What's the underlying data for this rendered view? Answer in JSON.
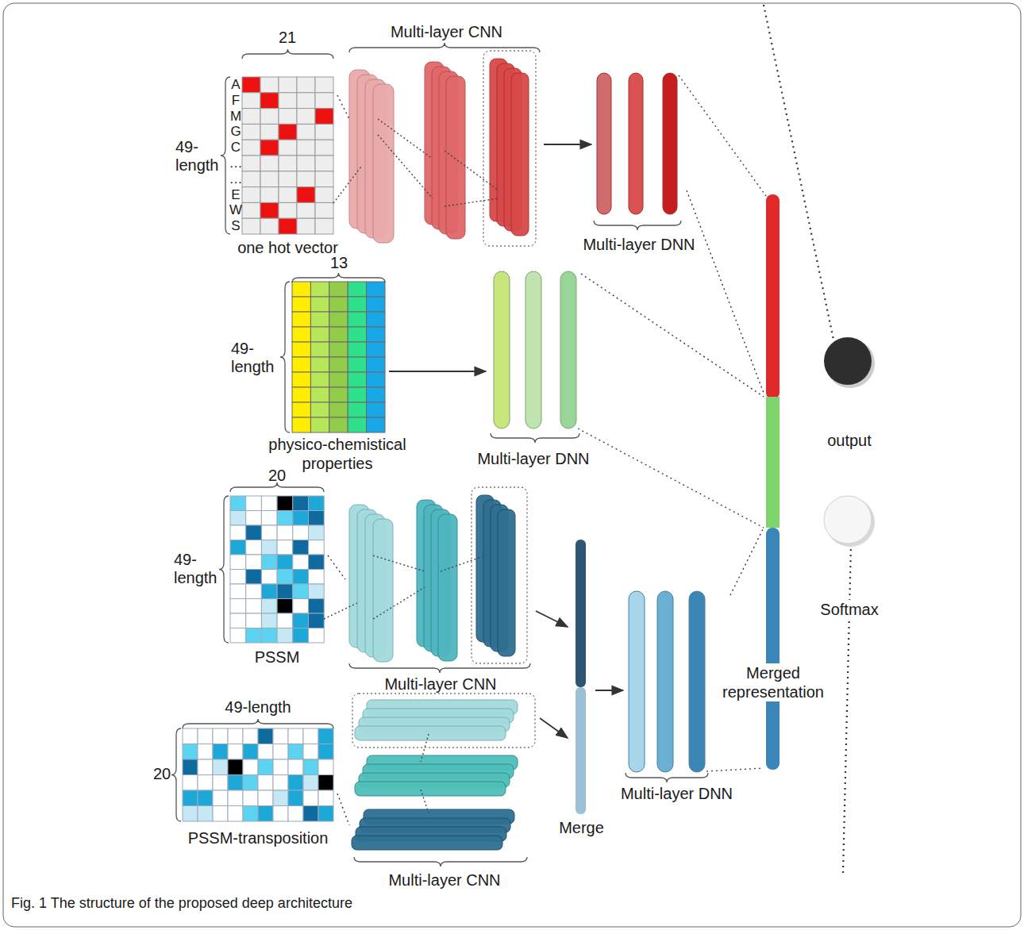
{
  "diagram": {
    "caption": "Fig. 1 The structure of the proposed deep architecture",
    "nodes": [
      {
        "text": [
          "one hot vector"
        ]
      },
      {
        "text": [
          "Multi-layer CNN"
        ]
      },
      {
        "text": [
          "Multi-layer DNN"
        ]
      },
      {
        "text": [
          "physico-chemistical properties"
        ]
      },
      {
        "text": [
          "Multi-layer DNN"
        ]
      },
      {
        "text": [
          "PSSM"
        ]
      },
      {
        "text": [
          "Multi-layer CNN"
        ]
      },
      {
        "text": [
          "PSSM-transposition"
        ]
      },
      {
        "text": [
          "Multi-layer CNN"
        ]
      },
      {
        "text": [
          "Merge"
        ]
      },
      {
        "text": [
          "Multi-layer DNN"
        ]
      },
      {
        "text": [
          "Merged representation"
        ]
      },
      {
        "text": [
          "output",
          "Softmax"
        ]
      }
    ],
    "edges": [
      {
        "from": 0,
        "to": 1,
        "arrow": "none"
      },
      {
        "from": 1,
        "to": 2,
        "arrow": "to"
      },
      {
        "from": 2,
        "to": 11,
        "arrow": "none"
      },
      {
        "from": 3,
        "to": 4,
        "arrow": "to"
      },
      {
        "from": 4,
        "to": 11,
        "arrow": "none"
      },
      {
        "from": 5,
        "to": 6,
        "arrow": "none"
      },
      {
        "from": 6,
        "to": 9,
        "arrow": "to"
      },
      {
        "from": 7,
        "to": 8,
        "arrow": "none"
      },
      {
        "from": 8,
        "to": 9,
        "arrow": "to"
      },
      {
        "from": 9,
        "to": 10,
        "arrow": "to"
      },
      {
        "from": 10,
        "to": 11,
        "arrow": "none"
      }
    ],
    "labels": [
      "21",
      "49- length",
      "A",
      "F",
      "M",
      "G",
      "C",
      "…",
      "…",
      "E",
      "W",
      "S",
      "13",
      "49- length",
      "20",
      "49- length",
      "49-length",
      "20"
    ]
  }
}
